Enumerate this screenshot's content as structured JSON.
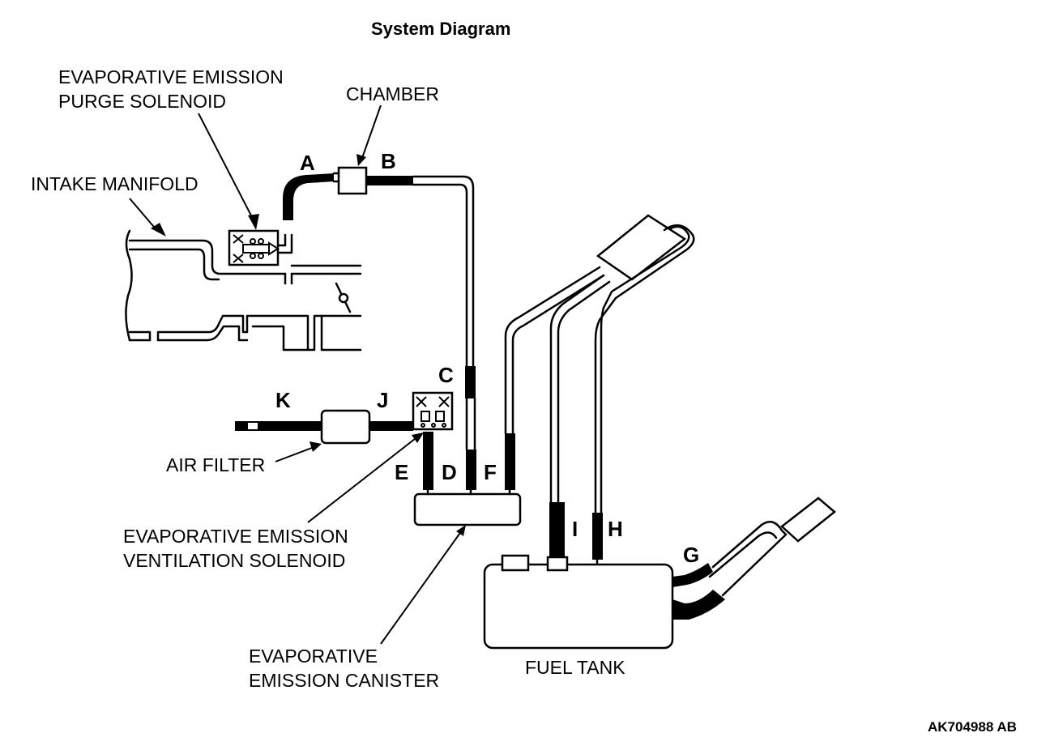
{
  "title": "System Diagram",
  "labels": {
    "purge_solenoid_line1": "EVAPORATIVE EMISSION",
    "purge_solenoid_line2": "PURGE SOLENOID",
    "chamber": "CHAMBER",
    "intake_manifold": "INTAKE MANIFOLD",
    "air_filter": "AIR FILTER",
    "vent_solenoid_line1": "EVAPORATIVE EMISSION",
    "vent_solenoid_line2": "VENTILATION SOLENOID",
    "canister_line1": "EVAPORATIVE",
    "canister_line2": "EMISSION CANISTER",
    "fuel_tank": "FUEL TANK"
  },
  "hose_letters": {
    "a": "A",
    "b": "B",
    "c": "C",
    "d": "D",
    "e": "E",
    "f": "F",
    "g": "G",
    "h": "H",
    "i": "I",
    "j": "J",
    "k": "K"
  },
  "reference_code": "AK704988 AB"
}
